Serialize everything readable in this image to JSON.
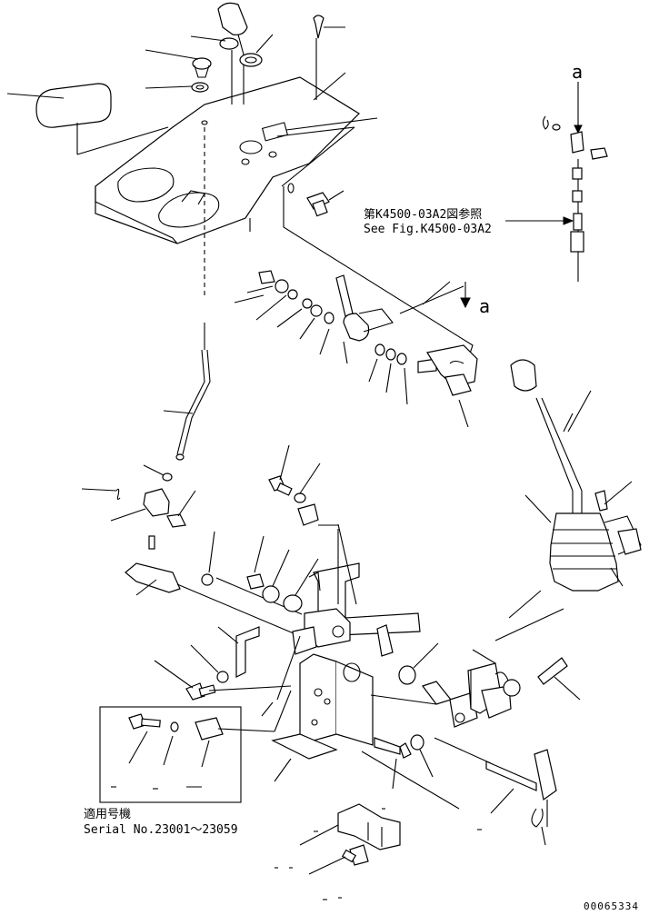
{
  "reference": {
    "label_jp": "第K4500-03A2図参照",
    "label_en": "See Fig.K4500-03A2"
  },
  "view_markers": {
    "top": "a",
    "middle": "a"
  },
  "serial_note": {
    "label_jp": "適用号機",
    "label_en": "Serial No.23001～23059"
  },
  "drawing_number": "00065334"
}
